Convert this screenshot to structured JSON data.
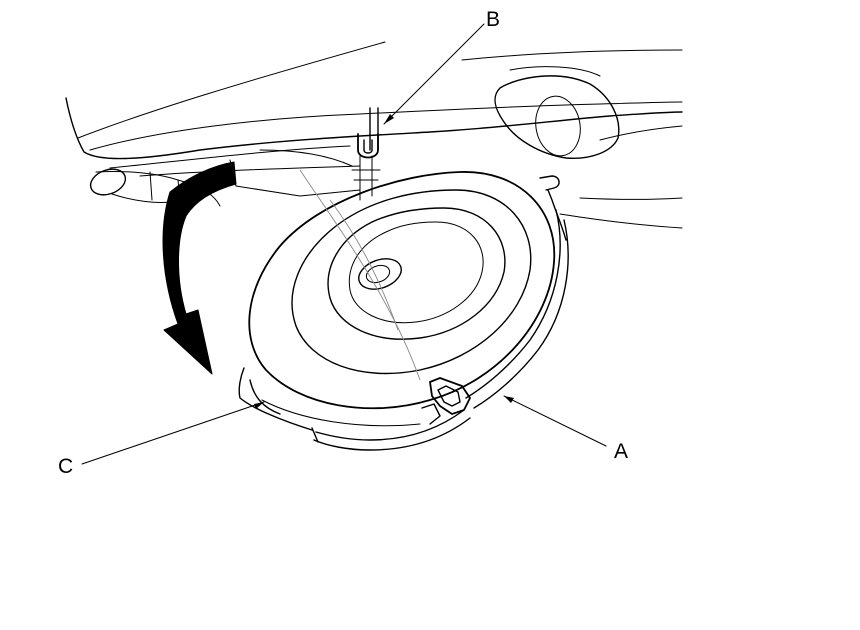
{
  "figure": {
    "background": "#ffffff",
    "line_color": "#000000",
    "arrow_color": "#000000"
  },
  "callouts": {
    "a": {
      "label": "A",
      "points_to": "cable-hanger"
    },
    "b": {
      "label": "B",
      "points_to": "hanger-bolt"
    },
    "c": {
      "label": "C",
      "points_to": "spare-tire"
    }
  }
}
